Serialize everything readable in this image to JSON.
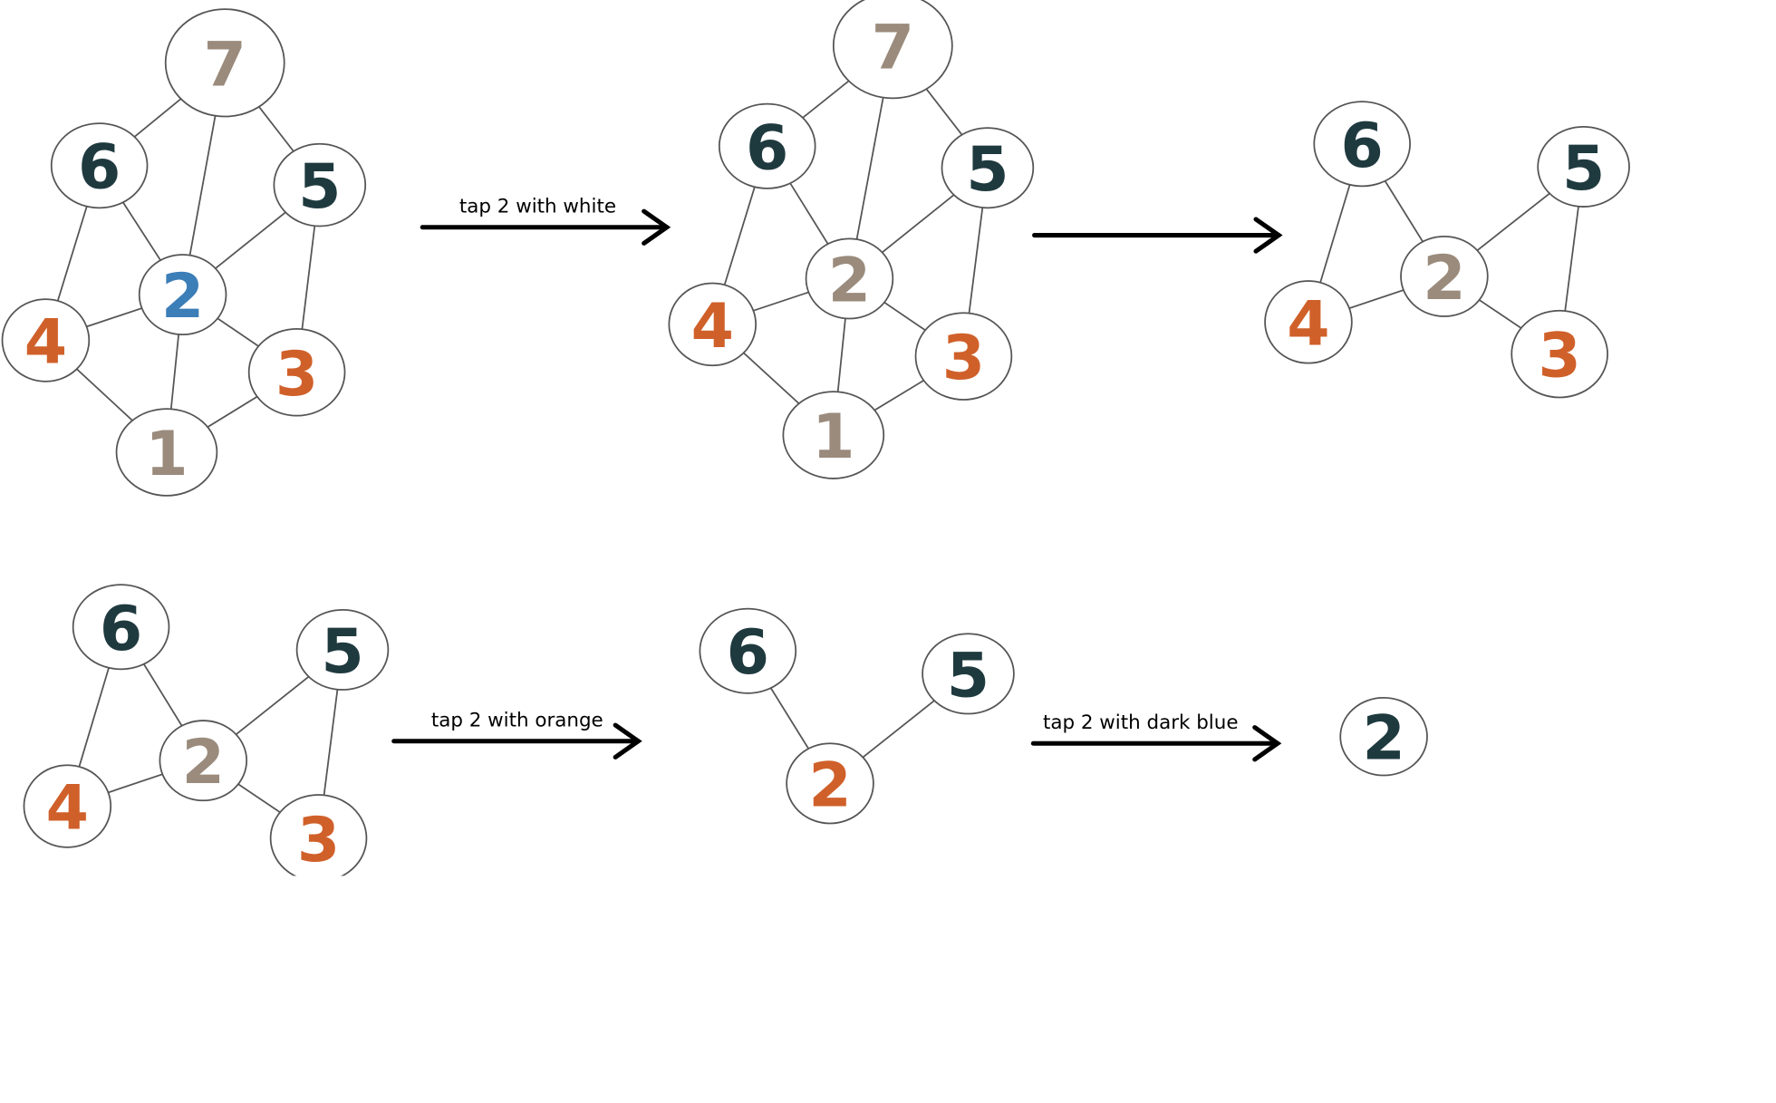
{
  "colors": {
    "brown": "#9a8b7c",
    "dark_blue": "#1f3a3f",
    "orange": "#d0602a",
    "blue": "#3c7eb7"
  },
  "transitions": [
    {
      "label": "tap 2 with white"
    },
    {
      "label": ""
    },
    {
      "label": "tap 2 with orange"
    },
    {
      "label": "tap 2 with dark blue"
    }
  ],
  "graphs": [
    {
      "nodes": [
        {
          "id": "7",
          "label": "7",
          "color": "brown"
        },
        {
          "id": "6",
          "label": "6",
          "color": "dark_blue"
        },
        {
          "id": "5",
          "label": "5",
          "color": "dark_blue"
        },
        {
          "id": "2",
          "label": "2",
          "color": "blue"
        },
        {
          "id": "4",
          "label": "4",
          "color": "orange"
        },
        {
          "id": "3",
          "label": "3",
          "color": "orange"
        },
        {
          "id": "1",
          "label": "1",
          "color": "brown"
        }
      ],
      "edges": [
        [
          "7",
          "6"
        ],
        [
          "7",
          "5"
        ],
        [
          "7",
          "2"
        ],
        [
          "6",
          "2"
        ],
        [
          "6",
          "4"
        ],
        [
          "5",
          "2"
        ],
        [
          "5",
          "3"
        ],
        [
          "2",
          "4"
        ],
        [
          "2",
          "3"
        ],
        [
          "2",
          "1"
        ],
        [
          "4",
          "1"
        ],
        [
          "3",
          "1"
        ]
      ]
    },
    {
      "nodes": [
        {
          "id": "7",
          "label": "7",
          "color": "brown"
        },
        {
          "id": "6",
          "label": "6",
          "color": "dark_blue"
        },
        {
          "id": "5",
          "label": "5",
          "color": "dark_blue"
        },
        {
          "id": "2",
          "label": "2",
          "color": "brown"
        },
        {
          "id": "4",
          "label": "4",
          "color": "orange"
        },
        {
          "id": "3",
          "label": "3",
          "color": "orange"
        },
        {
          "id": "1",
          "label": "1",
          "color": "brown"
        }
      ],
      "edges": [
        [
          "7",
          "6"
        ],
        [
          "7",
          "5"
        ],
        [
          "7",
          "2"
        ],
        [
          "6",
          "2"
        ],
        [
          "6",
          "4"
        ],
        [
          "5",
          "2"
        ],
        [
          "5",
          "3"
        ],
        [
          "2",
          "4"
        ],
        [
          "2",
          "3"
        ],
        [
          "2",
          "1"
        ],
        [
          "4",
          "1"
        ],
        [
          "3",
          "1"
        ]
      ]
    },
    {
      "nodes": [
        {
          "id": "6",
          "label": "6",
          "color": "dark_blue"
        },
        {
          "id": "5",
          "label": "5",
          "color": "dark_blue"
        },
        {
          "id": "2",
          "label": "2",
          "color": "brown"
        },
        {
          "id": "4",
          "label": "4",
          "color": "orange"
        },
        {
          "id": "3",
          "label": "3",
          "color": "orange"
        }
      ],
      "edges": [
        [
          "6",
          "2"
        ],
        [
          "6",
          "4"
        ],
        [
          "5",
          "2"
        ],
        [
          "5",
          "3"
        ],
        [
          "2",
          "4"
        ],
        [
          "2",
          "3"
        ]
      ]
    },
    {
      "nodes": [
        {
          "id": "6",
          "label": "6",
          "color": "dark_blue"
        },
        {
          "id": "5",
          "label": "5",
          "color": "dark_blue"
        },
        {
          "id": "2",
          "label": "2",
          "color": "brown"
        },
        {
          "id": "4",
          "label": "4",
          "color": "orange"
        },
        {
          "id": "3",
          "label": "3",
          "color": "orange"
        }
      ],
      "edges": [
        [
          "6",
          "2"
        ],
        [
          "6",
          "4"
        ],
        [
          "5",
          "2"
        ],
        [
          "5",
          "3"
        ],
        [
          "2",
          "4"
        ],
        [
          "2",
          "3"
        ]
      ]
    },
    {
      "nodes": [
        {
          "id": "6",
          "label": "6",
          "color": "dark_blue"
        },
        {
          "id": "5",
          "label": "5",
          "color": "dark_blue"
        },
        {
          "id": "2",
          "label": "2",
          "color": "orange"
        }
      ],
      "edges": [
        [
          "6",
          "2"
        ],
        [
          "5",
          "2"
        ]
      ]
    },
    {
      "nodes": [
        {
          "id": "2",
          "label": "2",
          "color": "dark_blue"
        }
      ],
      "edges": []
    }
  ]
}
